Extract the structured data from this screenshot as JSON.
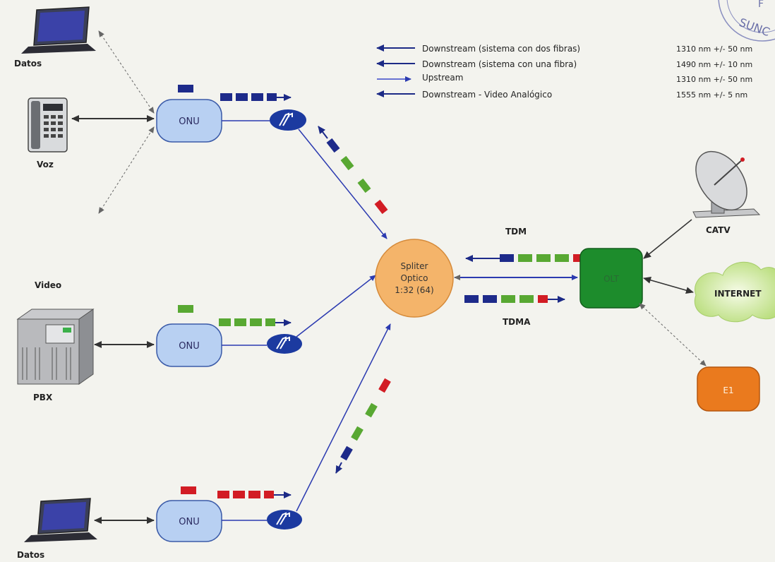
{
  "legend": {
    "items": [
      {
        "text": "Downstream (sistema con dos fibras)",
        "wavelength": "1310 nm +/- 50 nm",
        "direction": "left",
        "color": "#1c2a86"
      },
      {
        "text": "Downstream (sistema con una fibra)",
        "wavelength": "1490 nm +/- 10 nm",
        "direction": "left",
        "color": "#1c2a86"
      },
      {
        "text": "Upstream",
        "wavelength": "1310 nm +/- 50 nm",
        "direction": "right",
        "color": "#3a48c8"
      },
      {
        "text": "Downstream - Video Analógico",
        "wavelength": "1555 nm  +/- 5 nm",
        "direction": "left",
        "color": "#1c2a86"
      }
    ]
  },
  "devices": {
    "datos_top": "Datos",
    "voz": "Voz",
    "video": "Video",
    "pbx": "PBX",
    "datos_bottom": "Datos",
    "catv": "CATV",
    "internet": "INTERNET",
    "e1": "E1",
    "olt": "OLT"
  },
  "onu": {
    "top": "ONU",
    "middle": "ONU",
    "bottom": "ONU"
  },
  "splitter": {
    "line1": "Spliter",
    "line2": "Optico",
    "line3": "1:32 (64)"
  },
  "labels": {
    "tdm": "TDM",
    "tdma": "TDMA"
  },
  "stamp": {
    "text": "SUNC"
  },
  "colors": {
    "onu_fill": "#b8d0f2",
    "splitter_fill": "#f4b46a",
    "olt_fill": "#1d8c2c",
    "e1_fill": "#ea7a1e",
    "packet_blue": "#1d2a8a",
    "packet_green": "#58a832",
    "packet_red": "#d21c24",
    "link_blue": "#2b3ab0",
    "tap_blue": "#1c3aa0"
  }
}
